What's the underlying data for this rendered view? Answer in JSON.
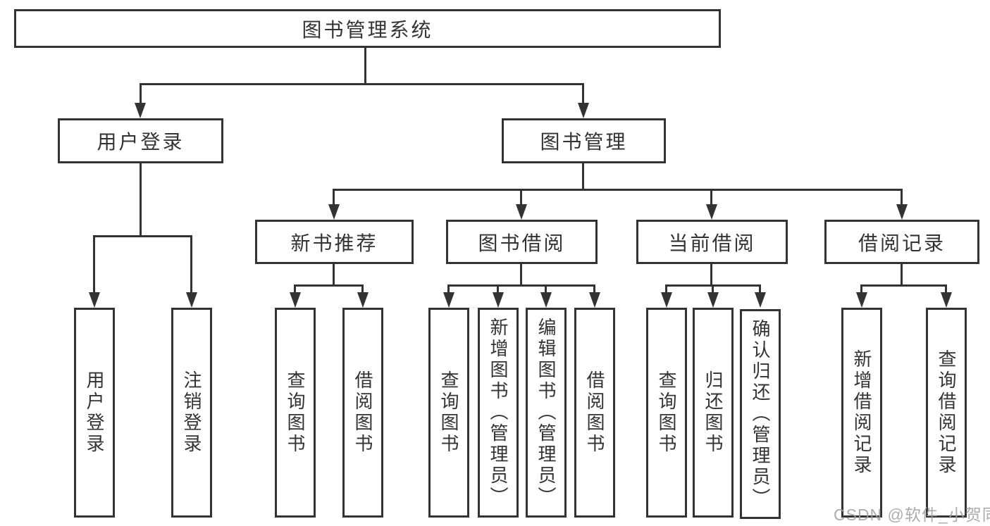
{
  "diagram": {
    "root": {
      "label": "图书管理系统"
    },
    "level2": [
      {
        "label": "用户登录"
      },
      {
        "label": "图书管理"
      }
    ],
    "level3": [
      {
        "label": "新书推荐"
      },
      {
        "label": "图书借阅"
      },
      {
        "label": "当前借阅"
      },
      {
        "label": "借阅记录"
      }
    ],
    "leaves": {
      "user_login": [
        "用户登录",
        "注销登录"
      ],
      "new_book": [
        "查询图书",
        "借阅图书"
      ],
      "book_borrow": [
        "查询图书",
        "新增图书（管理员）",
        "编辑图书（管理员）",
        "借阅图书"
      ],
      "current_borrow": [
        "查询图书",
        "归还图书",
        "确认归还（管理员）"
      ],
      "borrow_records": [
        "新增借阅记录",
        "查询借阅记录"
      ]
    }
  },
  "watermark": {
    "text": "CSDN @软件_小贺同学"
  },
  "colors": {
    "line": "#333333",
    "box_border": "#333333",
    "text": "#333333",
    "background": "#ffffff",
    "watermark": "#9e9e9e"
  }
}
